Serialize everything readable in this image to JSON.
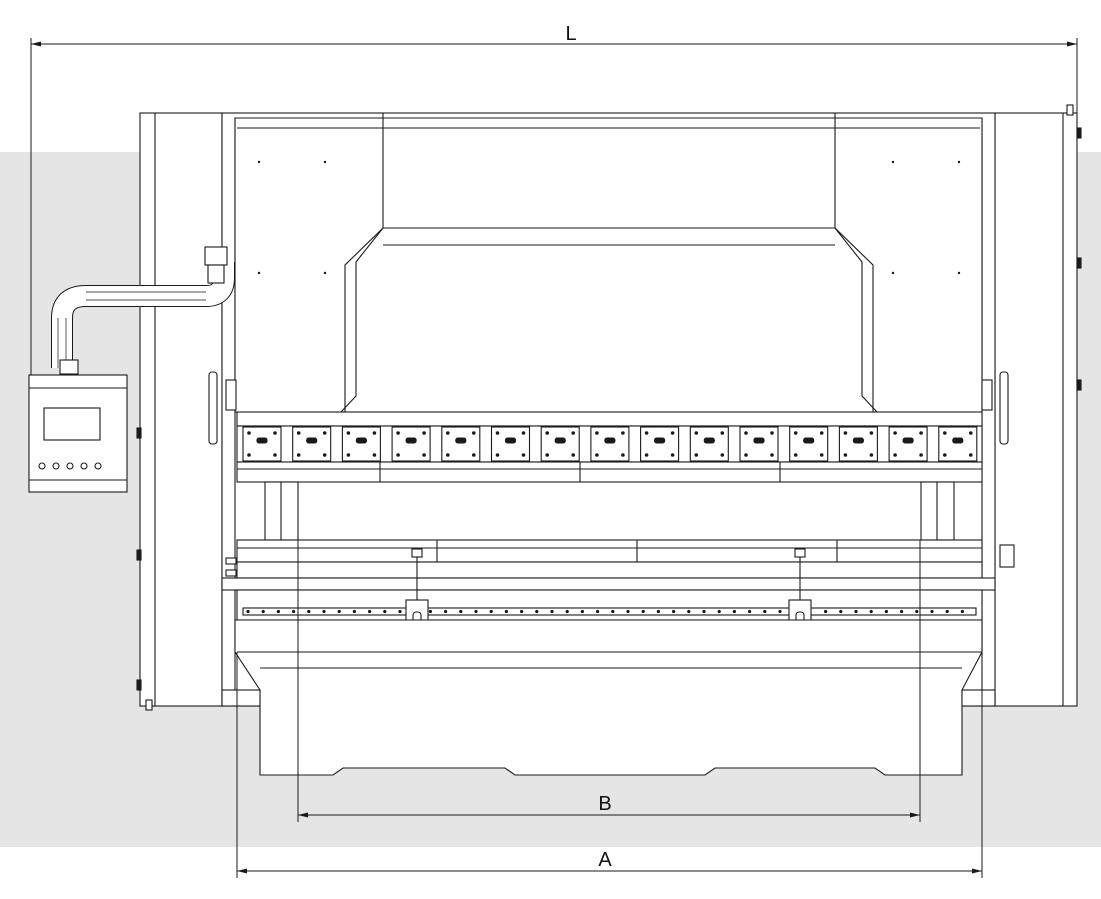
{
  "dimensions": {
    "overall_length_label": "L",
    "working_width_label": "A",
    "inner_width_label": "B"
  },
  "colors": {
    "backdrop": "#e5e5e5",
    "line": "#1a1a1a",
    "fill": "#ffffff"
  },
  "icons": {
    "dimension_arrows": "arrow-icon",
    "control_buttons": "circle-button-icon"
  }
}
